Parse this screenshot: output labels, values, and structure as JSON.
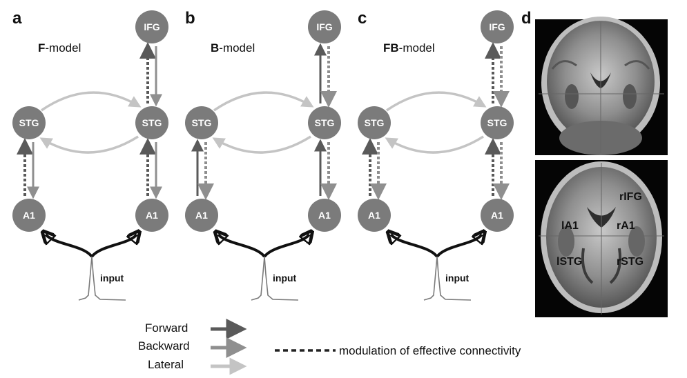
{
  "panels": [
    {
      "letter": "a",
      "title_bold": "F",
      "title_rest": "-model",
      "mode": "F"
    },
    {
      "letter": "b",
      "title_bold": "B",
      "title_rest": "-model",
      "mode": "B"
    },
    {
      "letter": "c",
      "title_bold": "FB",
      "title_rest": "-model",
      "mode": "FB"
    }
  ],
  "nodes": {
    "ifg": "IFG",
    "stg": "STG",
    "a1": "A1"
  },
  "input_label": "input",
  "panel_d": {
    "letter": "d",
    "labels": [
      "rIFG",
      "lA1",
      "rA1",
      "lSTG",
      "rSTG"
    ]
  },
  "legend": {
    "forward": "Forward",
    "backward": "Backward",
    "lateral": "Lateral",
    "modulation": "modulation of effective connectivity"
  },
  "colors": {
    "node": "#7b7b7b",
    "forward": "#5a5a5a",
    "backward": "#8f8f8f",
    "lateral": "#c4c4c4",
    "input": "#111111"
  }
}
